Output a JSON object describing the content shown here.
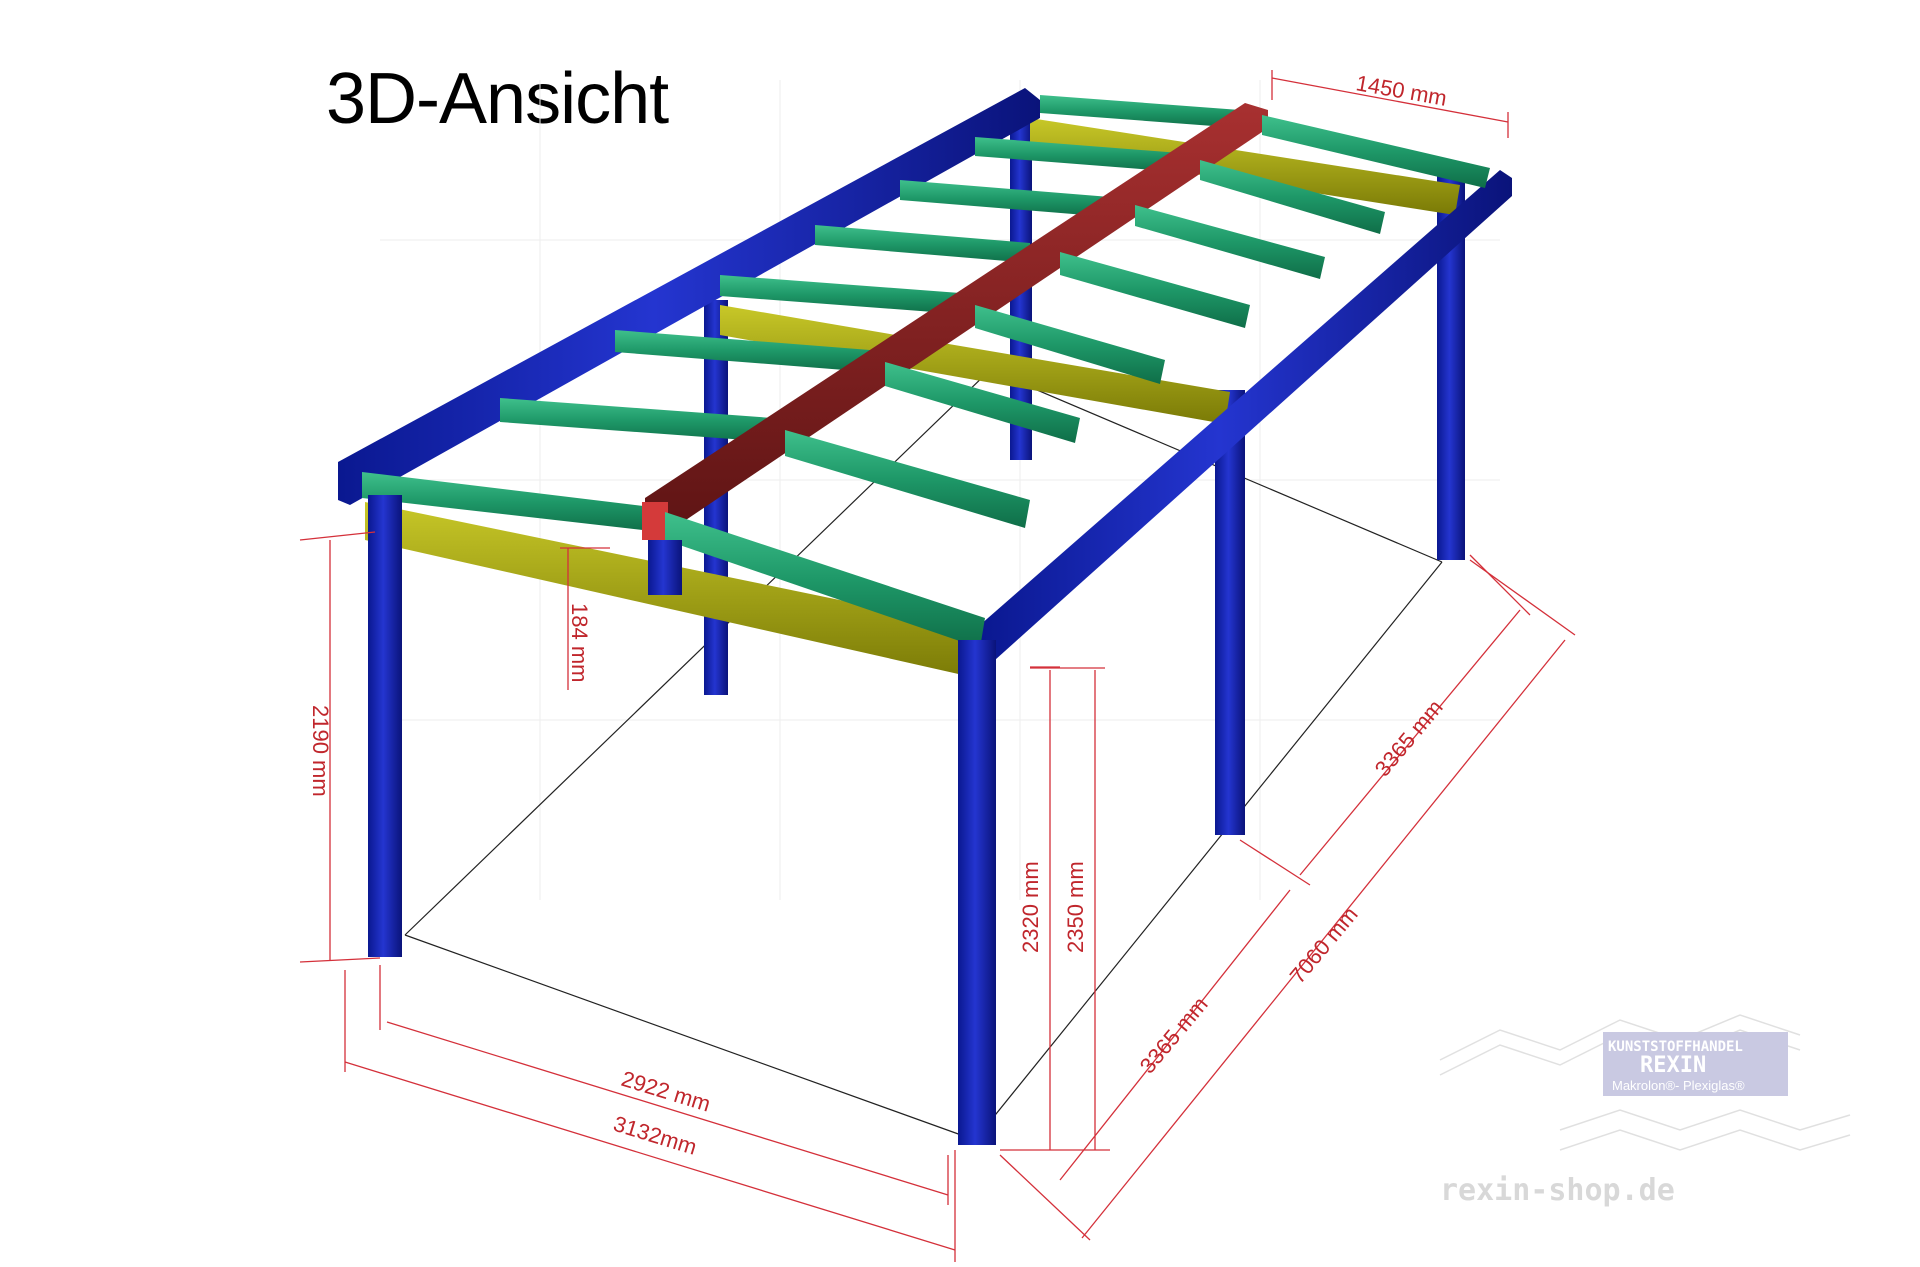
{
  "title": "3D-Ansicht",
  "dimensions": {
    "ridge_width": "1450 mm",
    "beam_height": "184 mm",
    "height_left": "2190 mm",
    "height_2320": "2320 mm",
    "height_2350": "2350 mm",
    "inner_width": "2922 mm",
    "outer_width": "3132mm",
    "span_rear": "3365 mm",
    "span_front": "3365 mm",
    "total_length": "7060 mm"
  },
  "watermark": {
    "line1": "KUNSTSTOFFHANDEL",
    "line2": "REXIN",
    "line3": "Makrolon®- Plexiglas®",
    "url": "rexin-shop.de"
  },
  "colors": {
    "posts": "#0f1fa8",
    "rafters": "#1e9868",
    "ridge": "#7a1d1d",
    "crossbeams": "#9a9a10",
    "dimension": "#d4303a"
  }
}
